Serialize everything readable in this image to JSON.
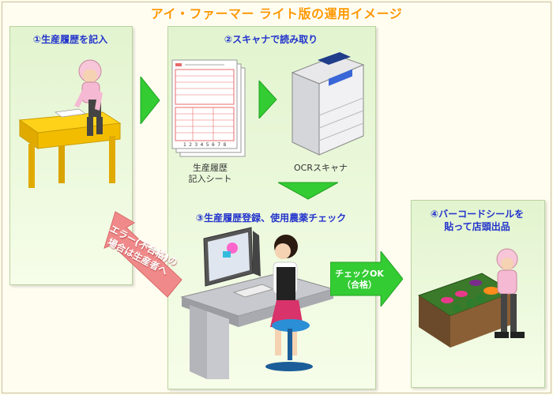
{
  "title": "アイ・ファーマー ライト版の運用イメージ",
  "steps": [
    {
      "label": "①生産履歴を記入"
    },
    {
      "label": "②スキャナで読み取り"
    },
    {
      "label": "③生産履歴登録、使用農薬チェック"
    },
    {
      "label": "④バーコードシールを\n貼って店頭出品"
    }
  ],
  "captions": {
    "sheet": "生産履歴\n記入シート",
    "scanner": "OCRスキャナ"
  },
  "arrows": {
    "ok": "チェックOK\n（合格）",
    "error": "エラー(不合格)の\n場合は生産者へ"
  },
  "sheet_numbers": "1 2 3 4 5 6 7 8",
  "colors": {
    "title": "#ff9900",
    "label": "#2233cc",
    "green_arrow": "#33cc33",
    "pink_arrow": "#f08a8a"
  }
}
